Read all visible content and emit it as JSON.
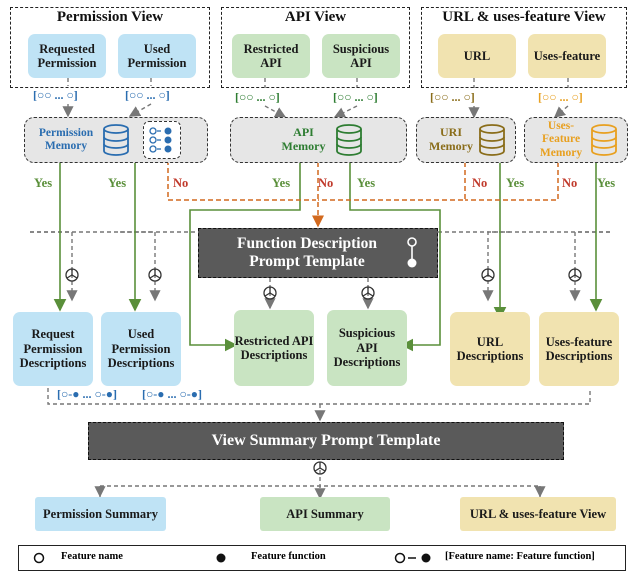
{
  "views": {
    "permission": {
      "title": "Permission View",
      "requested": "Requested Permission",
      "used": "Used Permission"
    },
    "api": {
      "title": "API View",
      "restricted": "Restricted API",
      "suspicious": "Suspicious API"
    },
    "url": {
      "title": "URL & uses-feature View",
      "url": "URL",
      "uses_feature": "Uses-feature"
    }
  },
  "feature_lists": {
    "p1": "[○○ ... ○]",
    "p2": "[○○ ... ○]",
    "a1": "[○○ ... ○]",
    "a2": "[○○ ... ○]",
    "u1": "[○○ ... ○]",
    "u2": "[○○ ... ○]"
  },
  "memory": {
    "permission": "Permission Memory",
    "api": "API Memory",
    "uri": "URI Memory",
    "uses_feature": "Uses-Feature Memory"
  },
  "edge_labels": {
    "yes": "Yes",
    "no": "No"
  },
  "templates": {
    "function": "Function Description Prompt Template",
    "summary": "View Summary Prompt Template"
  },
  "descriptions": {
    "request_perm": "Request Permission Descriptions",
    "used_perm": "Used Permission Descriptions",
    "restricted_api": "Restricted API Descriptions",
    "suspicious_api": "Suspicious API Descriptions",
    "url": "URL Descriptions",
    "uses_feature": "Uses-feature Descriptions"
  },
  "pair_lists": {
    "left": "[○-● ... ○-●]",
    "right": "[○-● ... ○-●]"
  },
  "summaries": {
    "permission": "Permission Summary",
    "api": "API Summary",
    "url": "URL & uses-feature View"
  },
  "legend": {
    "feature_name": "Feature name",
    "feature_function": "Feature function",
    "pair": "[Feature name: Feature function]"
  },
  "colors": {
    "blue": "#2a6db0",
    "green": "#2e7d32",
    "olive": "#8a6d1a",
    "orange": "#e8a020",
    "red": "#c0392b",
    "flow_green": "#5a8f3a",
    "flow_orange": "#d2691e"
  }
}
